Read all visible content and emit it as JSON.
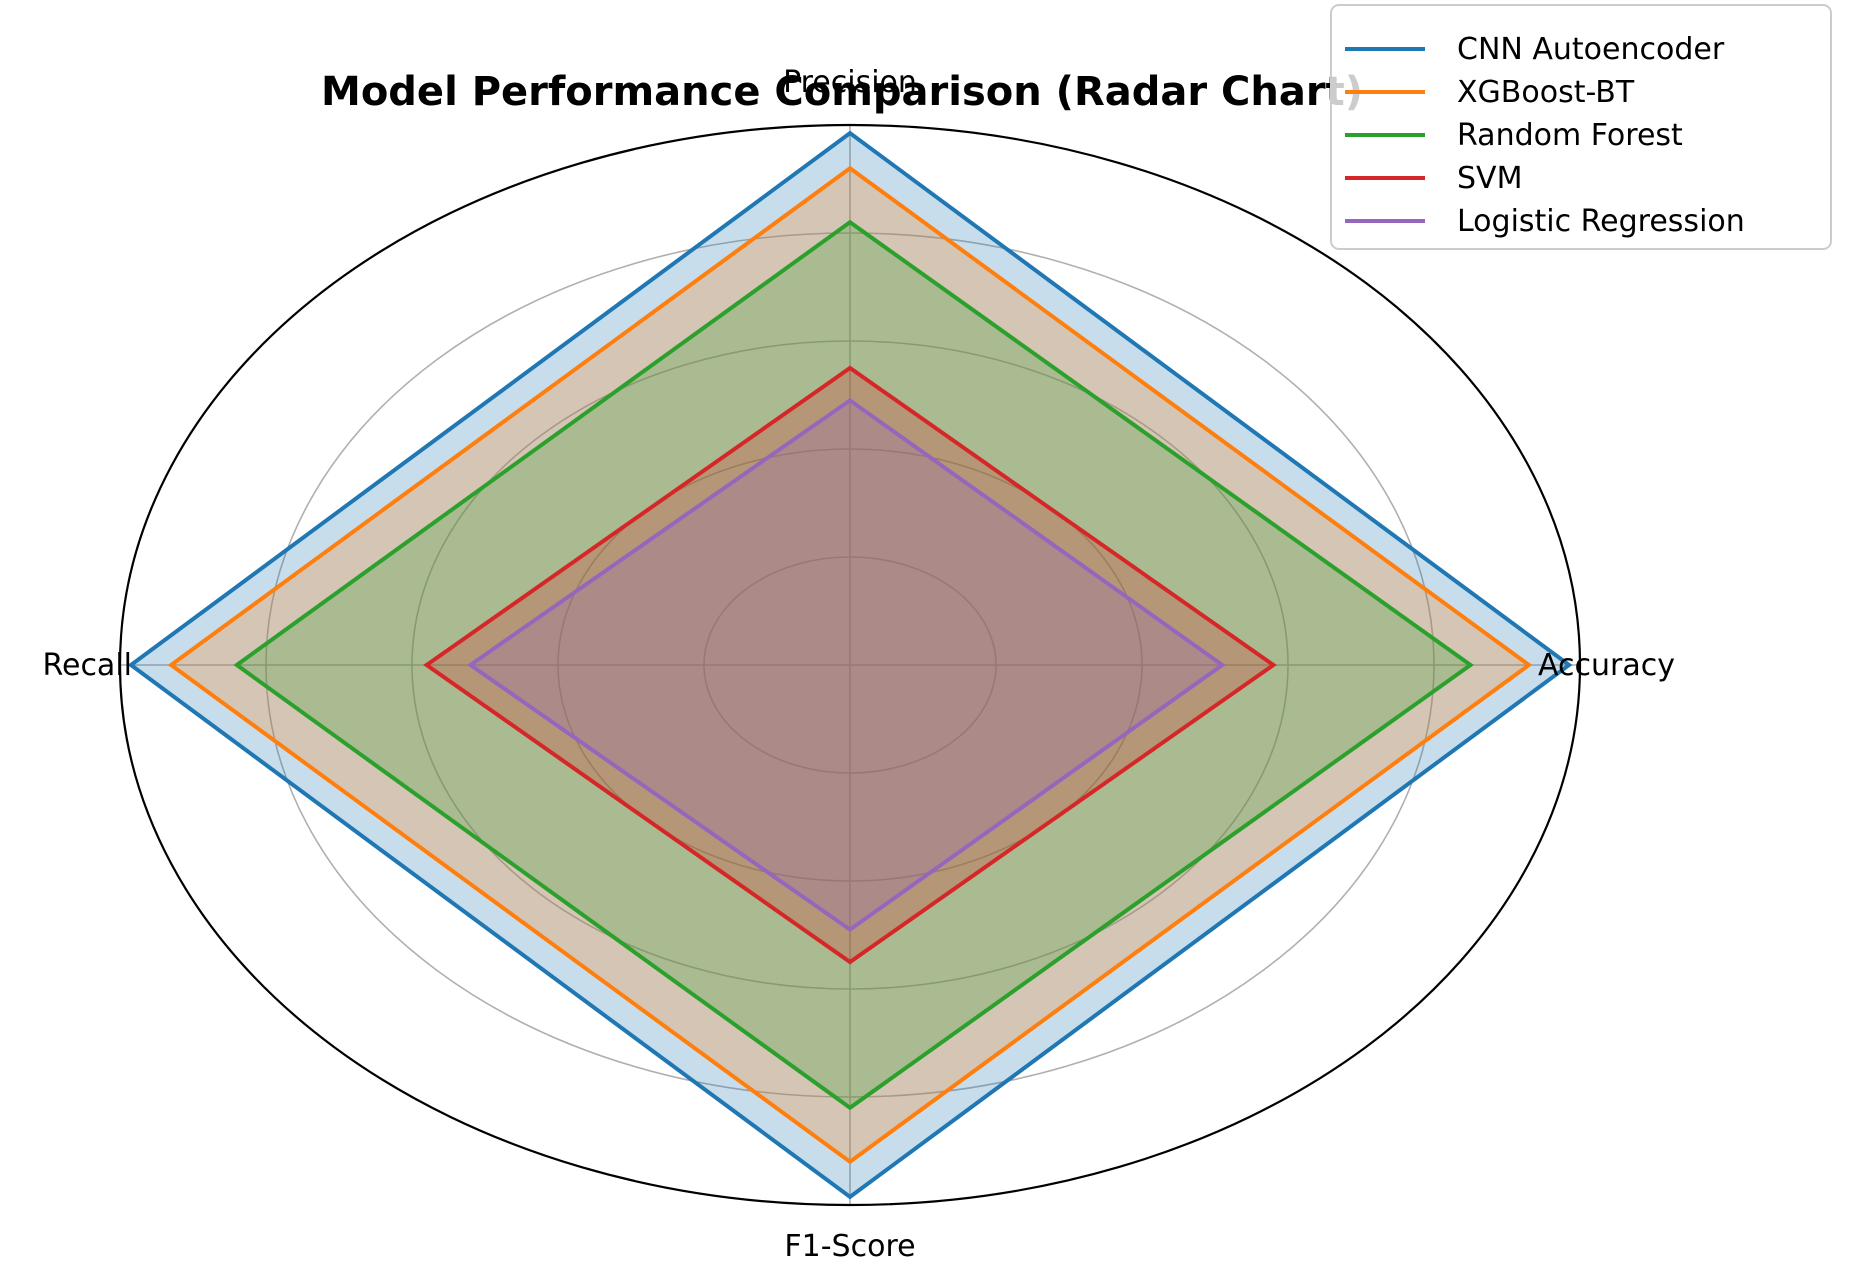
{
  "chart_data": {
    "type": "radar",
    "title": "Model Performance Comparison (Radar Chart)",
    "axes": [
      "Accuracy",
      "Precision",
      "Recall",
      "F1-Score"
    ],
    "rlim": [
      0,
      1
    ],
    "grid": true,
    "legend_position": "top-right",
    "series": [
      {
        "name": "CNN Autoencoder",
        "color": "#1f77b4",
        "values": [
          0.985,
          0.985,
          0.985,
          0.985
        ]
      },
      {
        "name": "XGBoost-BT",
        "color": "#ff7f0e",
        "values": [
          0.93,
          0.92,
          0.93,
          0.92
        ]
      },
      {
        "name": "Random Forest",
        "color": "#2ca02c",
        "values": [
          0.85,
          0.82,
          0.84,
          0.82
        ]
      },
      {
        "name": "SVM",
        "color": "#d62728",
        "values": [
          0.58,
          0.55,
          0.58,
          0.55
        ]
      },
      {
        "name": "Logistic Regression",
        "color": "#9467bd",
        "values": [
          0.51,
          0.49,
          0.52,
          0.49
        ]
      }
    ]
  }
}
